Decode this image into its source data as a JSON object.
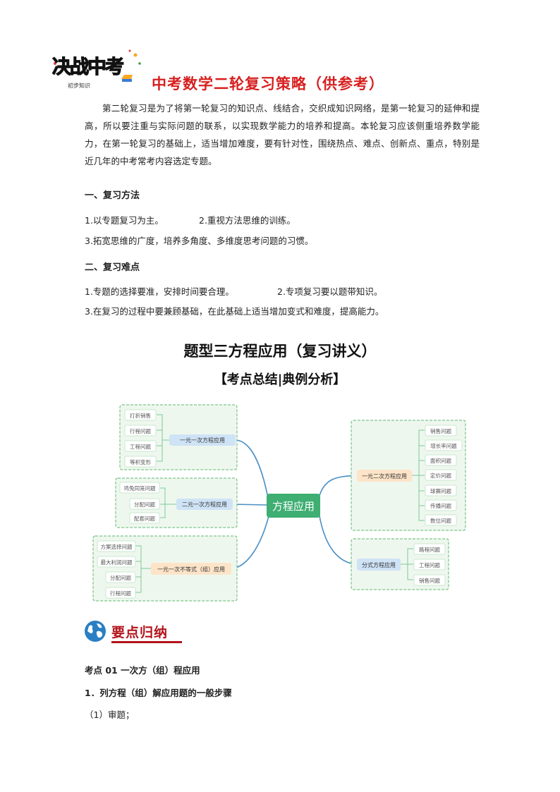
{
  "logo": {
    "line1": "决战中考",
    "line2": "初步知识"
  },
  "title": "中考数学二轮复习策略（供参考）",
  "intro": "第二轮复习是为了将第一轮复习的知识点、线结合，交织成知识网络，是第一轮复习的延伸和提高，所以要注重与实际问题的联系，以实现数学能力的培养和提高。本轮复习应该侧重培养数学能力，在第一轮复习的基础上，适当增加难度，要有针对性，围绕热点、难点、创新点、重点，特别是近几年的中考常考内容选定专题。",
  "methods": {
    "heading": "一、复习方法",
    "item1": "1.以专题复习为主。",
    "item2": "2.重视方法思维的训练。",
    "item3": "3.拓宽思维的广度，培养多角度、多维度思考问题的习惯。"
  },
  "difficulties": {
    "heading": "二、复习难点",
    "item1": "1.专题的选择要准，安排时间要合理。",
    "item2": "2.专项复习要以题带知识。",
    "item3": "3.在复习的过程中要兼顾基础，在此基础上适当增加变式和难度，提高能力。"
  },
  "lecture_title": "题型三方程应用（复习讲义）",
  "lecture_subtitle": "【考点总结|典例分析】",
  "mindmap": {
    "center": "方程应用",
    "branches": [
      {
        "label": "一元一次方程应用",
        "items": [
          "打折销售",
          "行程问题",
          "工程问题",
          "等积变形"
        ]
      },
      {
        "label": "二元一次方程应用",
        "items": [
          "鸡兔同笼问题",
          "分配问题",
          "配套问题"
        ]
      },
      {
        "label": "一元一次不等式（组）应用",
        "items": [
          "方案选择问题",
          "最大利润问题",
          "分配问题",
          "行程问题"
        ]
      },
      {
        "label": "一元二次方程应用",
        "items": [
          "销售问题",
          "增长率问题",
          "面积问题",
          "定价问题",
          "球赛问题",
          "传播问题",
          "数位问题"
        ]
      },
      {
        "label": "分式方程应用",
        "items": [
          "路程问题",
          "工程问题",
          "销售问题"
        ]
      }
    ]
  },
  "section": {
    "title": "要点归纳"
  },
  "kaodian": "考点 01 一次方（组）程应用",
  "step_heading": "1．列方程（组）解应用题的一般步骤",
  "step1": "（1）审题；",
  "colors": {
    "title_red": "#d71f1f",
    "frame_green": "#5fb86f",
    "frame_fill": "#eef7ee",
    "center_fill": "#3eae72",
    "branch_blue": "#cfe3f6",
    "branch_orange": "#fde4c8",
    "curve_blue": "#4a8fc4",
    "badge_red": "#b3141b"
  }
}
